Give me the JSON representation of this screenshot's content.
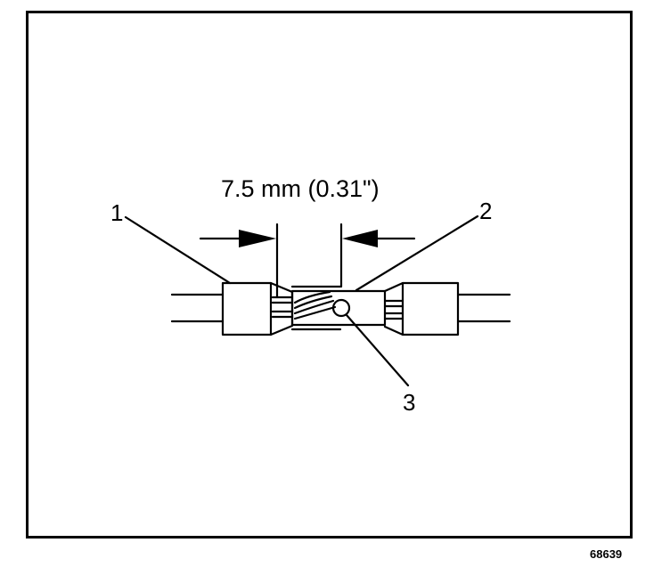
{
  "dimension": {
    "label": "7.5 mm (0.31\")"
  },
  "callouts": [
    {
      "number": "1"
    },
    {
      "number": "2"
    },
    {
      "number": "3"
    }
  ],
  "figure_id": "68639",
  "colors": {
    "ink": "#000000",
    "background": "#ffffff"
  }
}
